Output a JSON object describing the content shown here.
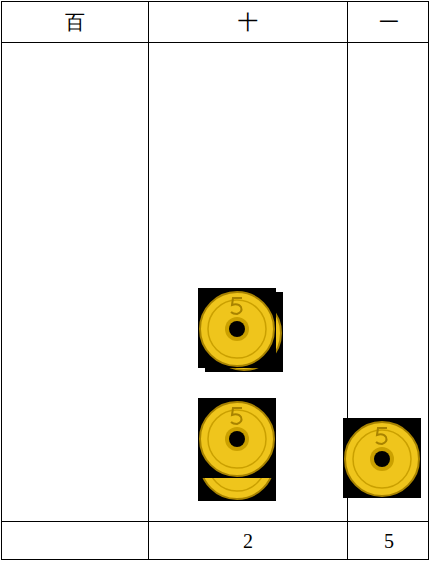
{
  "diagram": {
    "labels": [
      "百",
      "十",
      "一",
      "2",
      "5"
    ]
  }
}
